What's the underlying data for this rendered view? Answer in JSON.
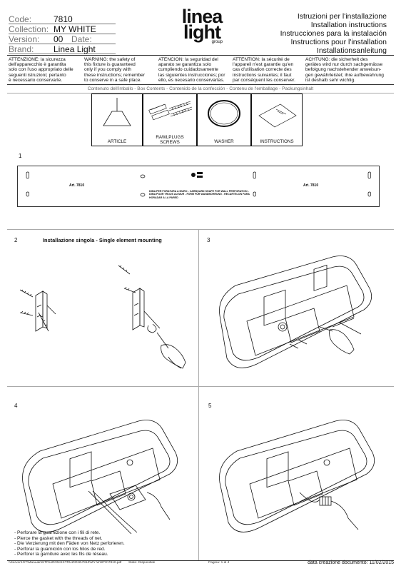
{
  "header": {
    "code_label": "Code:",
    "code_value": "7810",
    "collection_label": "Collection:",
    "collection_value": "MY WHITE",
    "version_label": "Version:",
    "version_value": "00",
    "date_label": "Date:",
    "brand_label": "Brand:",
    "brand_value": "Linea Light",
    "logo_line1": "linea",
    "logo_line2": "light",
    "logo_line3": "group",
    "titles": [
      "Istruzioni per l'installazione",
      "Installation instructions",
      "Instrucciones para la instalación",
      "Instructions pour l'installation",
      "Installationsanleitung"
    ]
  },
  "warnings": [
    {
      "lines": [
        "ATTENZIONE: la sicurezza",
        "dell'apparecchio è garantita",
        "solo con l'uso appropriato delle",
        "seguenti istruzioni; pertanto",
        "è necessario conservarle."
      ]
    },
    {
      "lines": [
        "WARNING: the safety of",
        "this fixture is guaranteed",
        "only if you comply with",
        "these instructions; remember",
        "to conserve in a safe place."
      ]
    },
    {
      "lines": [
        "ATENCION: la seguridad del",
        "aparato se garantiza solo",
        "cumpliendo cuidadosamente",
        "las siguientes instrucciones; por",
        "ello, es necesario conservarlas."
      ]
    },
    {
      "lines": [
        "ATTENTION: la sécurité de",
        "l'appareil n'est garantie qu'en",
        "cas d'utilisation correcte des",
        "instructions suivantes; il faut",
        "par conséquent les conserver."
      ]
    },
    {
      "lines": [
        "ACHTUNG: die sicherheit des",
        "gerätes wird nur durch sachgemässe",
        "befolgung nachstehender anweisun-",
        "gen gewährleistet; ihre aufbewahrung",
        "ist deshalb sehr wichtig."
      ]
    }
  ],
  "contents": {
    "heading": "Contenuto dell'imballo - Box Contents - Contenido de la confección - Contenu de l'emballage - Packungsinhalt",
    "items": [
      {
        "label": "ARTICLE"
      },
      {
        "label": "RAWLPLUGS\nSCREWS"
      },
      {
        "label": "WASHER"
      },
      {
        "label": "INSTRUCTIONS"
      }
    ]
  },
  "step1": {
    "number": "1",
    "art_left": "Art. 7810",
    "art_right": "Art. 7810",
    "template_text": [
      "DIMA PER FORATURA A MURO - CARBOARD SHAPE FOR WALL PERFORATION -",
      "DIMA POUR TROUS AU MUR - FORM FÜR WANDBOHRUNG - RECARTELON PARA",
      "HORADAR A LA PARED"
    ]
  },
  "step2": {
    "number": "2",
    "title": "Installazione singola - Single element mounting"
  },
  "step3": {
    "number": "3"
  },
  "step4": {
    "number": "4",
    "notes": [
      "- Perforare la guarnizione con i fili di rete.",
      "- Pierce the gasket with the threads of net.",
      "- Die Verzierung mit den Fäden von Netz perforieren.",
      "- Perforar la guarnición con los hilos de red.",
      "- Perforer la garniture avec les fils de réseau."
    ]
  },
  "step5": {
    "number": "5"
  },
  "footer": {
    "path": "\\\\Server\\IGT\\Manuali\\ISTRUZIONI\\ISTRUZIONI\\7810\\MY WHITE\\7810.pdf",
    "status": "Stato: Disponibile",
    "page": "Pagina: 1 di 4",
    "doc_date": "data creazione documento: 11/02/2015"
  }
}
